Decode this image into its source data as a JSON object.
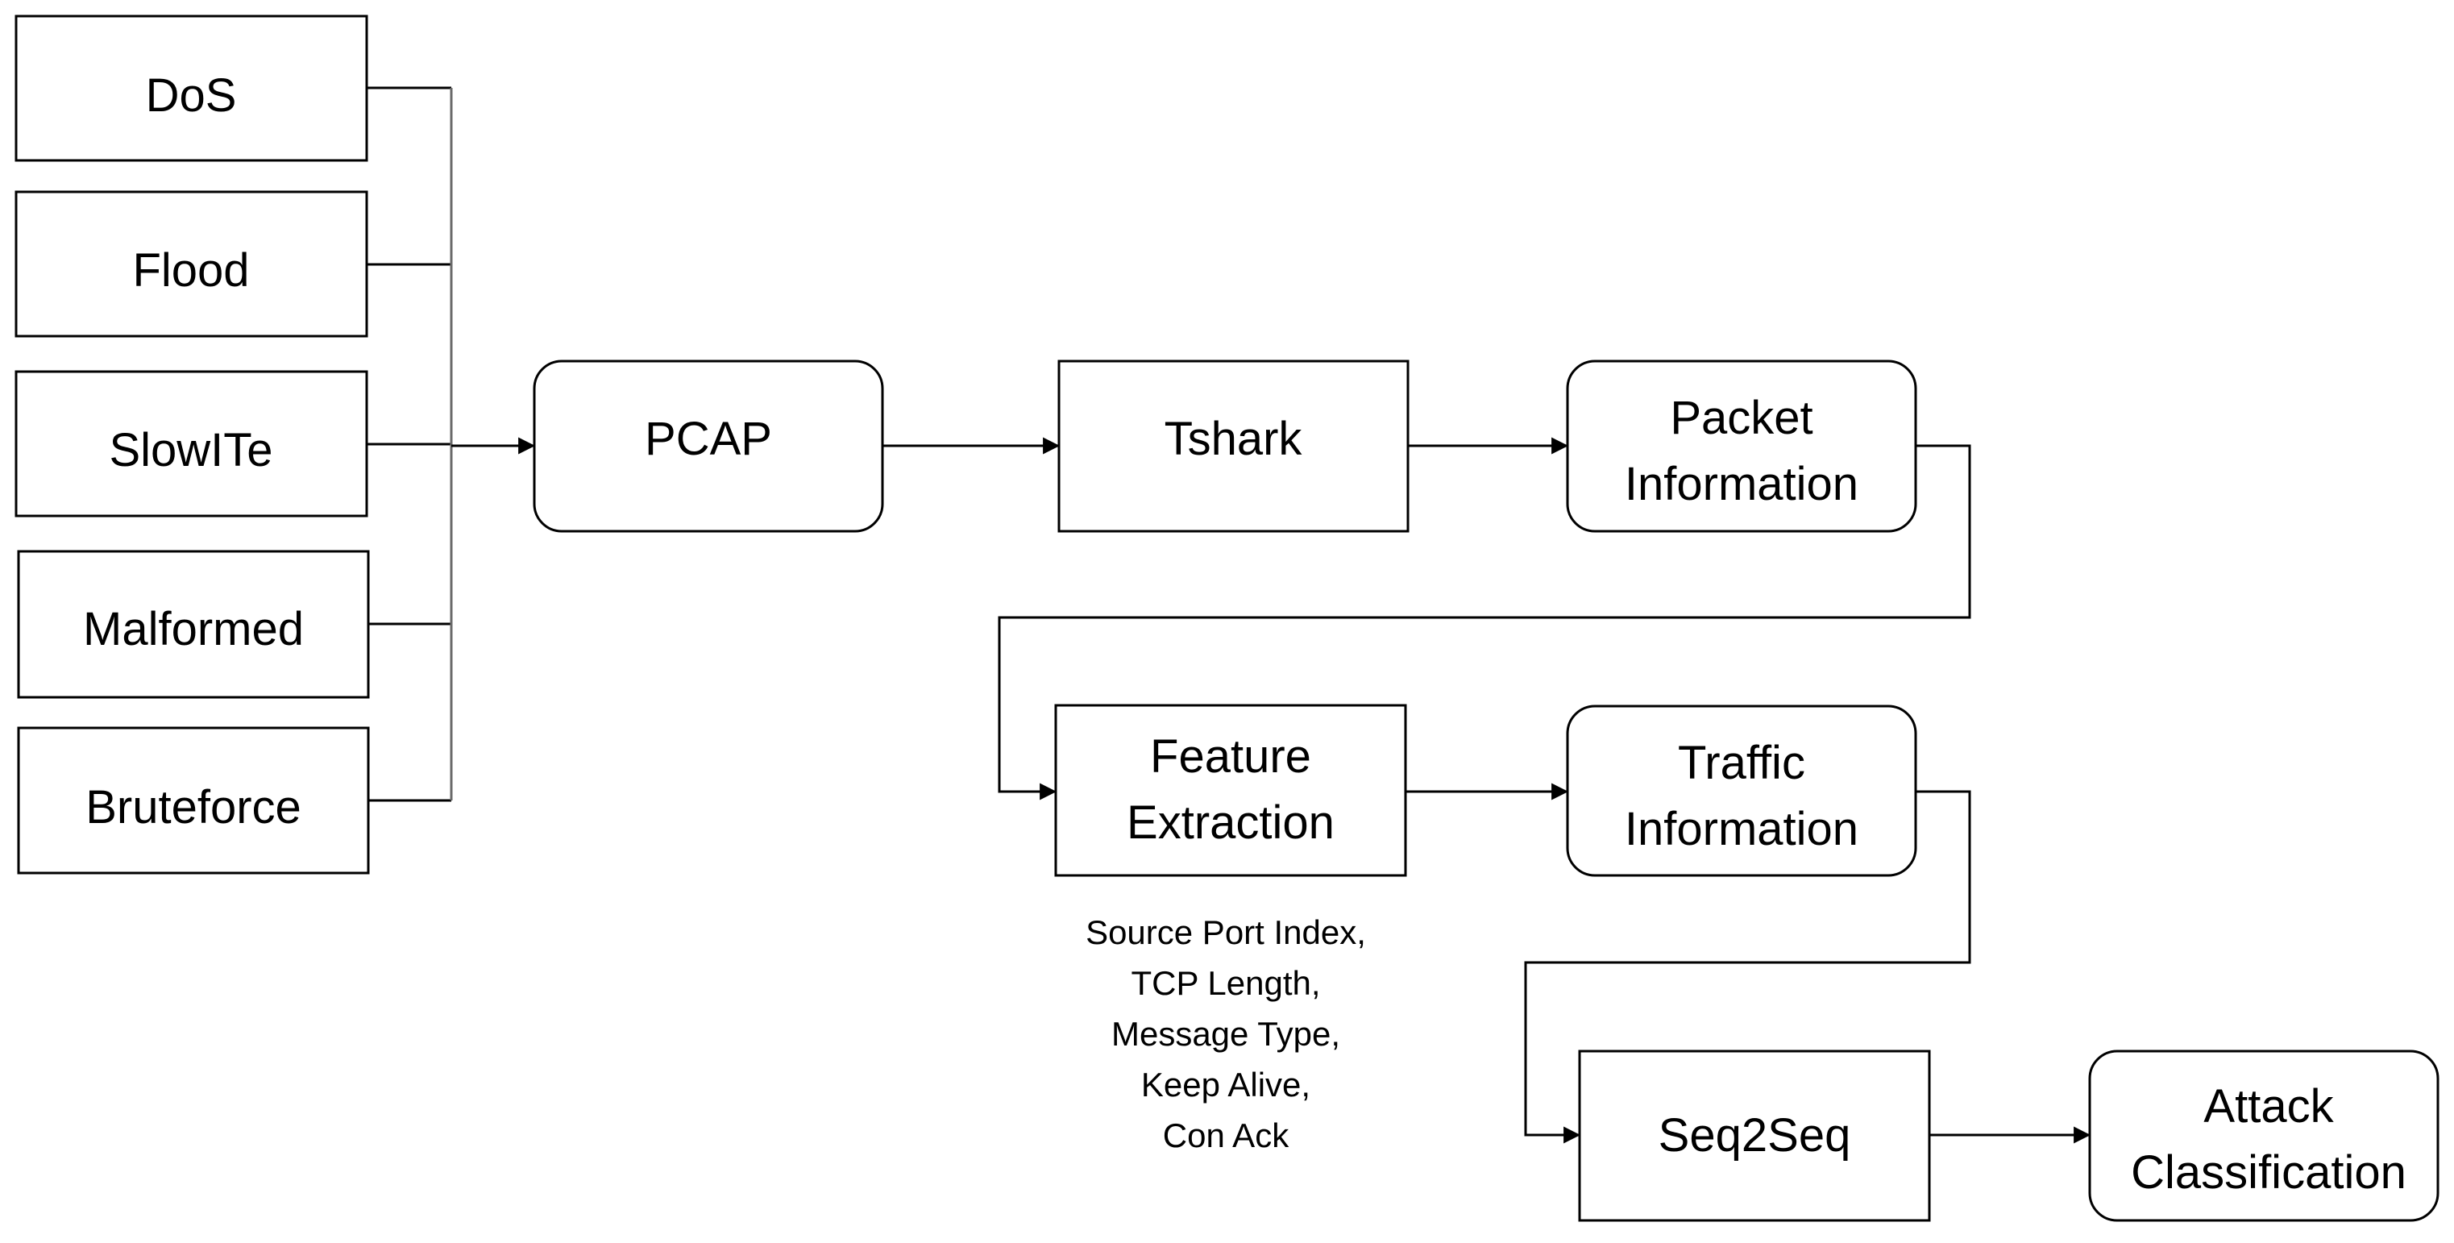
{
  "sources": [
    {
      "id": "dos",
      "label": "DoS"
    },
    {
      "id": "flood",
      "label": "Flood"
    },
    {
      "id": "slowite",
      "label": "SlowITe"
    },
    {
      "id": "malformed",
      "label": "Malformed"
    },
    {
      "id": "bruteforce",
      "label": "Bruteforce"
    }
  ],
  "nodes": {
    "pcap": {
      "label": "PCAP"
    },
    "tshark": {
      "label": "Tshark"
    },
    "packet_information": {
      "line1": "Packet",
      "line2": "Information"
    },
    "feature_extraction": {
      "line1": "Feature",
      "line2": "Extraction"
    },
    "traffic_information": {
      "line1": "Traffic",
      "line2": "Information"
    },
    "seq2seq": {
      "label": "Seq2Seq"
    },
    "attack_classification": {
      "line1": "Attack",
      "line2": "Classification"
    }
  },
  "features_note": [
    "Source Port Index,",
    "TCP Length,",
    "Message Type,",
    "Keep Alive,",
    "Con Ack"
  ],
  "colors": {
    "stroke": "#000000",
    "background": "#ffffff",
    "source_connector": "#6a6a6a"
  }
}
